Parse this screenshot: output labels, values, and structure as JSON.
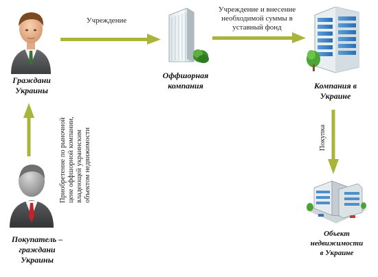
{
  "nodes": {
    "citizens": {
      "label_line1": "Граждани",
      "label_line2": "Украины"
    },
    "offshore": {
      "label_line1": "Оффшорная",
      "label_line2": "компания"
    },
    "ukraine_company": {
      "label_line1": "Компания в",
      "label_line2": "Украине"
    },
    "buyer": {
      "label_line1": "Покупатель –",
      "label_line2": "граждани",
      "label_line3": "Украины"
    },
    "property": {
      "label_line1": "Объект",
      "label_line2": "недвижимости",
      "label_line3": "в Украине"
    }
  },
  "arrows": {
    "establishment": {
      "text": "Учреждение"
    },
    "establishment_fund": {
      "line1": "Учреждение и внесение",
      "line2": "необходимой суммы в",
      "line3": "уставный фонд"
    },
    "purchase": {
      "text": "Покупка"
    },
    "acquisition": {
      "line1": "Приобретение по рыночной",
      "line2": "цене оффшорной компании,",
      "line3": "владеющей украинским",
      "line4": "объектом недвижимости"
    }
  },
  "colors": {
    "arrow": "#a9b43a",
    "arrow_dark": "#8a9520"
  }
}
